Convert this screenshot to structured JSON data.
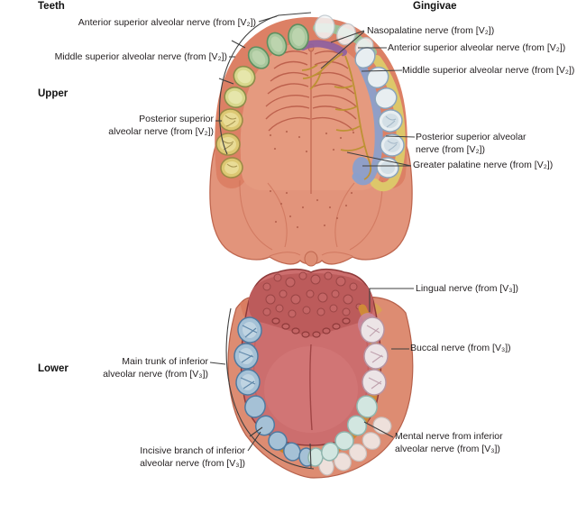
{
  "headers": {
    "teeth": "Teeth",
    "gingivae": "Gingivae",
    "upper": "Upper",
    "lower": "Lower"
  },
  "labels": {
    "upper_teeth": [
      {
        "id": "anterior-superior-alveolar",
        "text": "Anterior superior alveolar nerve (from [V₂])"
      },
      {
        "id": "middle-superior-alveolar",
        "text": "Middle superior alveolar nerve (from [V₂])"
      },
      {
        "id": "posterior-superior-alveolar",
        "text": "Posterior superior\nalveolar nerve (from [V₂])"
      }
    ],
    "upper_gingivae": [
      {
        "id": "nasopalatine",
        "text": "Nasopalatine nerve (from [V₂])"
      },
      {
        "id": "anterior-superior-alveolar",
        "text": "Anterior superior alveolar nerve (from [V₂])"
      },
      {
        "id": "middle-superior-alveolar",
        "text": "Middle superior alveolar nerve (from [V₂])"
      },
      {
        "id": "posterior-superior-alveolar",
        "text": "Posterior superior alveolar\nnerve (from [V₂])"
      },
      {
        "id": "greater-palatine",
        "text": "Greater palatine nerve (from [V₂])"
      }
    ],
    "lower_teeth": [
      {
        "id": "main-trunk-inferior-alveolar",
        "text": "Main trunk of inferior\nalveolar nerve (from [V₃])"
      },
      {
        "id": "incisive-branch-inferior-alveolar",
        "text": "Incisive branch of inferior\nalveolar nerve (from [V₃])"
      }
    ],
    "lower_gingivae": [
      {
        "id": "lingual",
        "text": "Lingual nerve (from [V₃])"
      },
      {
        "id": "buccal",
        "text": "Buccal nerve (from [V₃])"
      },
      {
        "id": "mental",
        "text": "Mental nerve from inferior\nalveolar nerve (from [V₃])"
      }
    ]
  },
  "color_key": {
    "anterior_superior_alveolar_green": "#9cc096",
    "middle_superior_alveolar_yellow_green": "#d7d78c",
    "posterior_superior_alveolar_yellow": "#dcc873",
    "nasopalatine_purple": "#8e5f9e",
    "greater_palatine_blue": "#8b9fcb",
    "inferior_alveolar_blue": "#a5c1d6",
    "mental_teal": "#d2e6e0",
    "lingual_orange": "#cf8a38",
    "buccal_pink": "#ece4e6",
    "mucosa_salmon": "#e2947b",
    "tongue_red": "#cc6e6e",
    "nerve_yellow": "#bd9234"
  }
}
